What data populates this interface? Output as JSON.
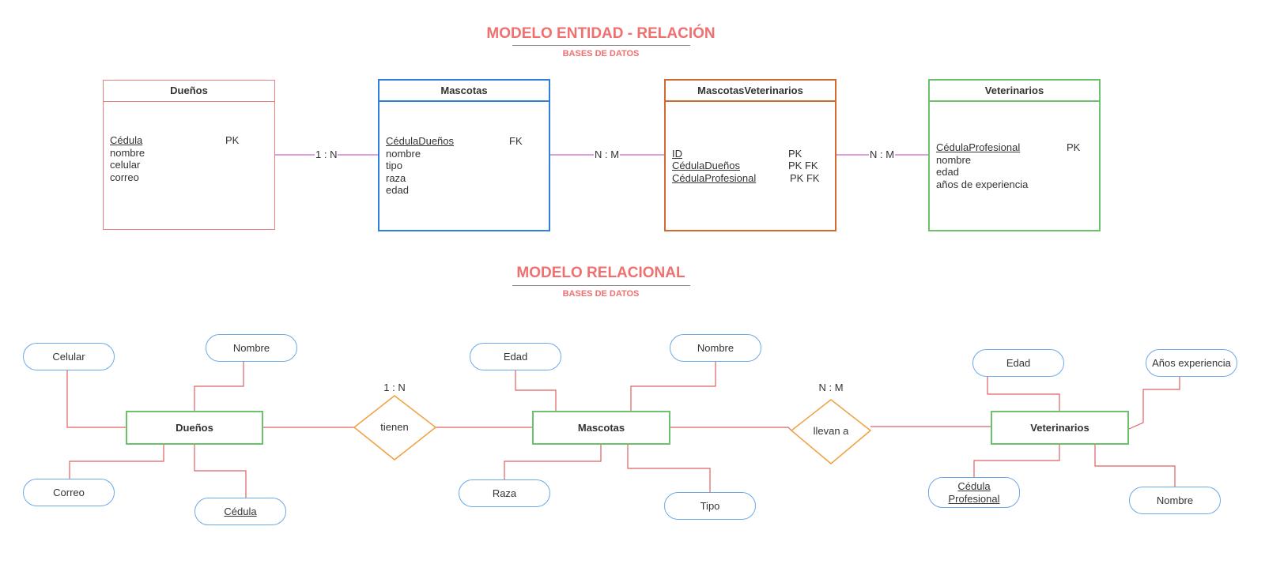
{
  "er_title": "MODELO ENTIDAD - RELACIÓN",
  "er_subtitle": "BASES DE DATOS",
  "rel_title": "MODELO RELACIONAL",
  "rel_subtitle": "BASES DE DATOS",
  "colors": {
    "title": "#f07070",
    "duenos": "#e88080",
    "mascotas": "#2f7fdb",
    "mascotasvet": "#d2692f",
    "veterinarios": "#6cc26c",
    "relationship_line": "#cc66cc",
    "er_connector": "#e06060",
    "diamond": "#f0a040",
    "attribute": "#6aa9e9",
    "entity_box": "#6cc26c"
  },
  "er": {
    "duenos": {
      "title": "Dueños",
      "rows": [
        {
          "name": "Cédula",
          "key": "PK"
        },
        {
          "name": "nombre",
          "key": ""
        },
        {
          "name": "celular",
          "key": ""
        },
        {
          "name": "correo",
          "key": ""
        }
      ]
    },
    "mascotas": {
      "title": "Mascotas",
      "rows": [
        {
          "name": "CédulaDueños",
          "key": "FK"
        },
        {
          "name": "nombre",
          "key": ""
        },
        {
          "name": "tipo",
          "key": ""
        },
        {
          "name": "raza",
          "key": ""
        },
        {
          "name": "edad",
          "key": ""
        }
      ]
    },
    "mascotasveterinarios": {
      "title": "MascotasVeterinarios",
      "rows": [
        {
          "name": "ID",
          "key": "PK"
        },
        {
          "name": "CédulaDueños",
          "key": "PK FK"
        },
        {
          "name": "CédulaProfesional",
          "key": "PK FK"
        }
      ]
    },
    "veterinarios": {
      "title": "Veterinarios",
      "rows": [
        {
          "name": "CédulaProfesional",
          "key": "PK"
        },
        {
          "name": "nombre",
          "key": ""
        },
        {
          "name": "edad",
          "key": ""
        },
        {
          "name": "años de experiencia",
          "key": ""
        }
      ]
    },
    "links": [
      "1 : N",
      "N : M",
      "N : M"
    ]
  },
  "relational": {
    "entities": {
      "duenos": "Dueños",
      "mascotas": "Mascotas",
      "veterinarios": "Veterinarios"
    },
    "relationships": {
      "tienen": {
        "label": "tienen",
        "cardinality": "1 : N"
      },
      "llevan": {
        "label": "llevan a",
        "cardinality": "N : M"
      }
    },
    "attributes": {
      "duenos_celular": "Celular",
      "duenos_nombre": "Nombre",
      "duenos_correo": "Correo",
      "duenos_cedula": "Cédula",
      "mascotas_edad": "Edad",
      "mascotas_nombre": "Nombre",
      "mascotas_raza": "Raza",
      "mascotas_tipo": "Tipo",
      "vet_edad": "Edad",
      "vet_experiencia": "Años experiencia",
      "vet_cedula_1": "Cédula",
      "vet_cedula_2": "Profesional",
      "vet_nombre": "Nombre"
    }
  }
}
